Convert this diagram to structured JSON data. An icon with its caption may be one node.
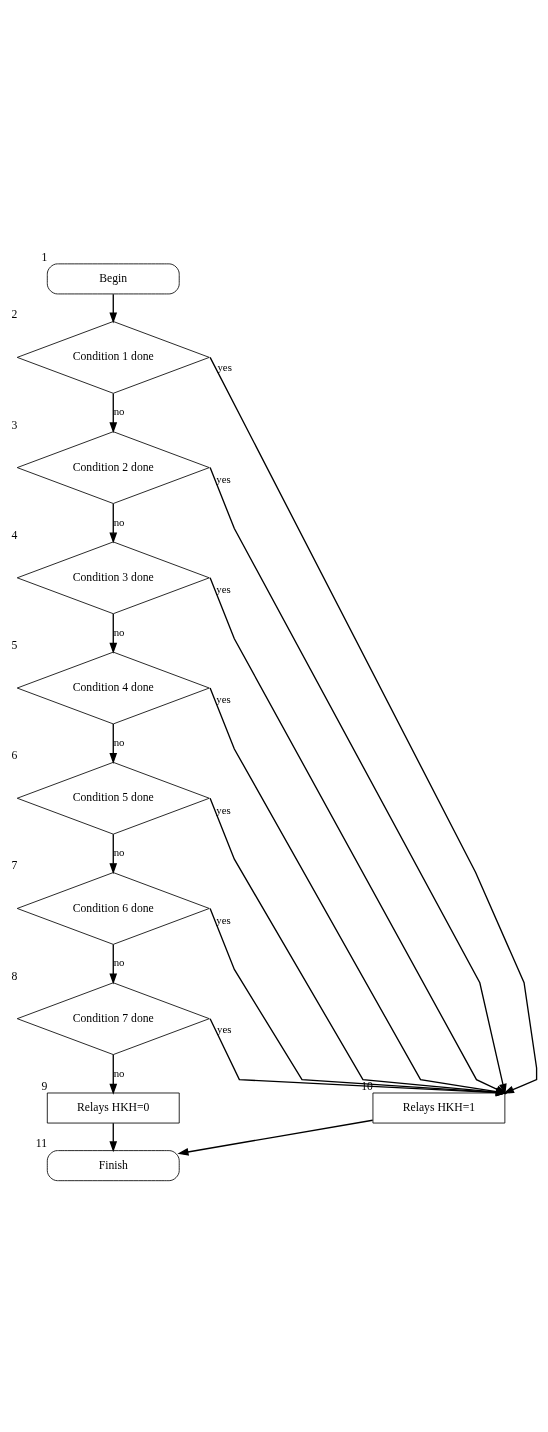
{
  "diagram": {
    "nodes": [
      {
        "text": [
          "Begin"
        ],
        "beside": [
          "1"
        ]
      },
      {
        "text": [
          "Condition 1 done"
        ],
        "beside": [
          "2"
        ]
      },
      {
        "text": [
          "Condition 2 done"
        ],
        "beside": [
          "3"
        ]
      },
      {
        "text": [
          "Condition 3 done"
        ],
        "beside": [
          "4"
        ]
      },
      {
        "text": [
          "Condition 4 done"
        ],
        "beside": [
          "5"
        ]
      },
      {
        "text": [
          "Condition 5 done"
        ],
        "beside": [
          "6"
        ]
      },
      {
        "text": [
          "Condition 6 done"
        ],
        "beside": [
          "7"
        ]
      },
      {
        "text": [
          "Condition 7 done"
        ],
        "beside": [
          "8"
        ]
      },
      {
        "text": [
          "Relays HKH=0"
        ],
        "beside": [
          "9"
        ]
      },
      {
        "text": [
          "Relays HKH=1"
        ],
        "beside": [
          "10"
        ]
      },
      {
        "text": [
          "Finish"
        ],
        "beside": [
          "11"
        ]
      }
    ],
    "edges": [
      {
        "from": 0,
        "to": 1,
        "arrow": "to"
      },
      {
        "from": 1,
        "to": 2,
        "arrow": "to",
        "label": "no"
      },
      {
        "from": 2,
        "to": 3,
        "arrow": "to",
        "label": "no"
      },
      {
        "from": 3,
        "to": 4,
        "arrow": "to",
        "label": "no"
      },
      {
        "from": 4,
        "to": 5,
        "arrow": "to",
        "label": "no"
      },
      {
        "from": 5,
        "to": 6,
        "arrow": "to",
        "label": "no"
      },
      {
        "from": 6,
        "to": 7,
        "arrow": "to",
        "label": "no"
      },
      {
        "from": 7,
        "to": 8,
        "arrow": "to",
        "label": "no"
      },
      {
        "from": 1,
        "to": 9,
        "arrow": "to",
        "label": "yes"
      },
      {
        "from": 2,
        "to": 9,
        "arrow": "to",
        "label": "yes"
      },
      {
        "from": 3,
        "to": 9,
        "arrow": "to",
        "label": "yes"
      },
      {
        "from": 4,
        "to": 9,
        "arrow": "to",
        "label": "yes"
      },
      {
        "from": 5,
        "to": 9,
        "arrow": "to",
        "label": "yes"
      },
      {
        "from": 6,
        "to": 9,
        "arrow": "to",
        "label": "yes"
      },
      {
        "from": 7,
        "to": 9,
        "arrow": "to",
        "label": "yes"
      },
      {
        "from": 8,
        "to": 10,
        "arrow": "to"
      },
      {
        "from": 9,
        "to": 10,
        "arrow": "to"
      }
    ]
  }
}
